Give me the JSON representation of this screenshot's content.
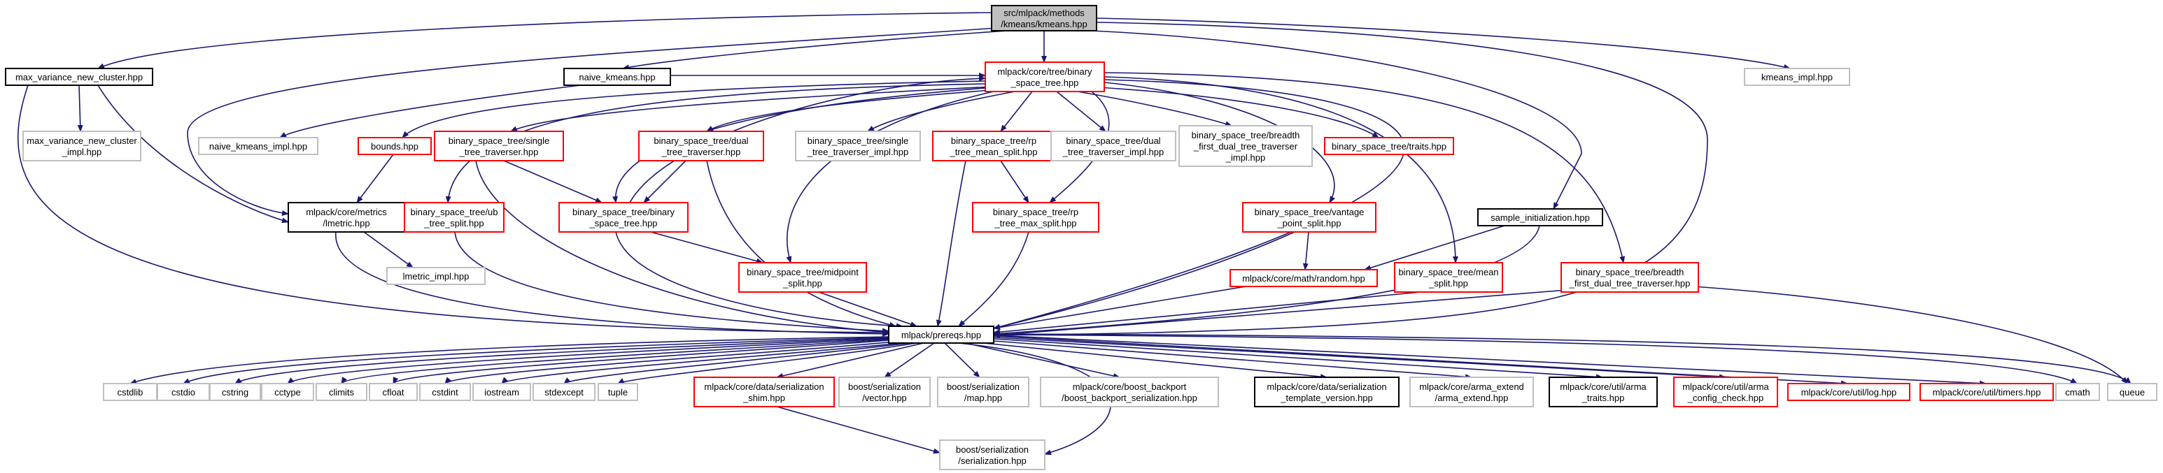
{
  "colors": {
    "edge": "#191970",
    "red_border": "#ff0000",
    "black_border": "#000000",
    "gray_border": "#bfbfbf",
    "root_fill": "#bfbfbf"
  },
  "nodes": [
    {
      "id": "n_kmeans",
      "lines": [
        "src/mlpack/methods",
        "/kmeans/kmeans.hpp"
      ],
      "style": "root"
    },
    {
      "id": "n_mvnc",
      "lines": [
        "max_variance_new_cluster.hpp"
      ],
      "style": "black"
    },
    {
      "id": "n_naive",
      "lines": [
        "naive_kmeans.hpp"
      ],
      "style": "black"
    },
    {
      "id": "n_bst",
      "lines": [
        "mlpack/core/tree/binary",
        "_space_tree.hpp"
      ],
      "style": "red"
    },
    {
      "id": "n_kimpl",
      "lines": [
        "kmeans_impl.hpp"
      ],
      "style": "gray"
    },
    {
      "id": "n_mvnc_impl",
      "lines": [
        "max_variance_new_cluster",
        "_impl.hpp"
      ],
      "style": "gray"
    },
    {
      "id": "n_naive_impl",
      "lines": [
        "naive_kmeans_impl.hpp"
      ],
      "style": "gray"
    },
    {
      "id": "n_bounds",
      "lines": [
        "bounds.hpp"
      ],
      "style": "red"
    },
    {
      "id": "n_single",
      "lines": [
        "binary_space_tree/single",
        "_tree_traverser.hpp"
      ],
      "style": "red"
    },
    {
      "id": "n_dual",
      "lines": [
        "binary_space_tree/dual",
        "_tree_traverser.hpp"
      ],
      "style": "red"
    },
    {
      "id": "n_single_impl",
      "lines": [
        "binary_space_tree/single",
        "_tree_traverser_impl.hpp"
      ],
      "style": "gray"
    },
    {
      "id": "n_rpmean",
      "lines": [
        "binary_space_tree/rp",
        "_tree_mean_split.hpp"
      ],
      "style": "red"
    },
    {
      "id": "n_dual_impl",
      "lines": [
        "binary_space_tree/dual",
        "_tree_traverser_impl.hpp"
      ],
      "style": "gray"
    },
    {
      "id": "n_bfd_impl",
      "lines": [
        "binary_space_tree/breadth",
        "_first_dual_tree_traverser",
        "_impl.hpp"
      ],
      "style": "gray"
    },
    {
      "id": "n_traits",
      "lines": [
        "binary_space_tree/traits.hpp"
      ],
      "style": "red"
    },
    {
      "id": "n_lmetric",
      "lines": [
        "mlpack/core/metrics",
        "/lmetric.hpp"
      ],
      "style": "black"
    },
    {
      "id": "n_ub",
      "lines": [
        "binary_space_tree/ub",
        "_tree_split.hpp"
      ],
      "style": "red"
    },
    {
      "id": "n_bst2",
      "lines": [
        "binary_space_tree/binary",
        "_space_tree.hpp"
      ],
      "style": "red"
    },
    {
      "id": "n_rpmax",
      "lines": [
        "binary_space_tree/rp",
        "_tree_max_split.hpp"
      ],
      "style": "red"
    },
    {
      "id": "n_vantage",
      "lines": [
        "binary_space_tree/vantage",
        "_point_split.hpp"
      ],
      "style": "red"
    },
    {
      "id": "n_sample",
      "lines": [
        "sample_initialization.hpp"
      ],
      "style": "black"
    },
    {
      "id": "n_lmetric_impl",
      "lines": [
        "lmetric_impl.hpp"
      ],
      "style": "gray"
    },
    {
      "id": "n_midpoint",
      "lines": [
        "binary_space_tree/midpoint",
        "_split.hpp"
      ],
      "style": "red"
    },
    {
      "id": "n_random",
      "lines": [
        "mlpack/core/math/random.hpp"
      ],
      "style": "red"
    },
    {
      "id": "n_mean",
      "lines": [
        "binary_space_tree/mean",
        "_split.hpp"
      ],
      "style": "red"
    },
    {
      "id": "n_bfd",
      "lines": [
        "binary_space_tree/breadth",
        "_first_dual_tree_traverser.hpp"
      ],
      "style": "red"
    },
    {
      "id": "n_prereqs",
      "lines": [
        "mlpack/prereqs.hpp"
      ],
      "style": "black"
    },
    {
      "id": "n_cstdlib",
      "lines": [
        "cstdlib"
      ],
      "style": "gray"
    },
    {
      "id": "n_cstdio",
      "lines": [
        "cstdio"
      ],
      "style": "gray"
    },
    {
      "id": "n_cstring",
      "lines": [
        "cstring"
      ],
      "style": "gray"
    },
    {
      "id": "n_cctype",
      "lines": [
        "cctype"
      ],
      "style": "gray"
    },
    {
      "id": "n_climits",
      "lines": [
        "climits"
      ],
      "style": "gray"
    },
    {
      "id": "n_cfloat",
      "lines": [
        "cfloat"
      ],
      "style": "gray"
    },
    {
      "id": "n_cstdint",
      "lines": [
        "cstdint"
      ],
      "style": "gray"
    },
    {
      "id": "n_iostream",
      "lines": [
        "iostream"
      ],
      "style": "gray"
    },
    {
      "id": "n_stdexcept",
      "lines": [
        "stdexcept"
      ],
      "style": "gray"
    },
    {
      "id": "n_tuple",
      "lines": [
        "tuple"
      ],
      "style": "gray"
    },
    {
      "id": "n_shim",
      "lines": [
        "mlpack/core/data/serialization",
        "_shim.hpp"
      ],
      "style": "red"
    },
    {
      "id": "n_vector",
      "lines": [
        "boost/serialization",
        "/vector.hpp"
      ],
      "style": "gray"
    },
    {
      "id": "n_map",
      "lines": [
        "boost/serialization",
        "/map.hpp"
      ],
      "style": "gray"
    },
    {
      "id": "n_backport",
      "lines": [
        "mlpack/core/boost_backport",
        "/boost_backport_serialization.hpp"
      ],
      "style": "gray"
    },
    {
      "id": "n_template",
      "lines": [
        "mlpack/core/data/serialization",
        "_template_version.hpp"
      ],
      "style": "black"
    },
    {
      "id": "n_arma_extend",
      "lines": [
        "mlpack/core/arma_extend",
        "/arma_extend.hpp"
      ],
      "style": "gray"
    },
    {
      "id": "n_arma_traits",
      "lines": [
        "mlpack/core/util/arma",
        "_traits.hpp"
      ],
      "style": "black"
    },
    {
      "id": "n_arma_config",
      "lines": [
        "mlpack/core/util/arma",
        "_config_check.hpp"
      ],
      "style": "red"
    },
    {
      "id": "n_log",
      "lines": [
        "mlpack/core/util/log.hpp"
      ],
      "style": "red"
    },
    {
      "id": "n_timers",
      "lines": [
        "mlpack/core/util/timers.hpp"
      ],
      "style": "red"
    },
    {
      "id": "n_cmath",
      "lines": [
        "cmath"
      ],
      "style": "gray"
    },
    {
      "id": "n_queue",
      "lines": [
        "queue"
      ],
      "style": "gray"
    },
    {
      "id": "n_ser",
      "lines": [
        "boost/serialization",
        "/serialization.hpp"
      ],
      "style": "gray"
    }
  ]
}
